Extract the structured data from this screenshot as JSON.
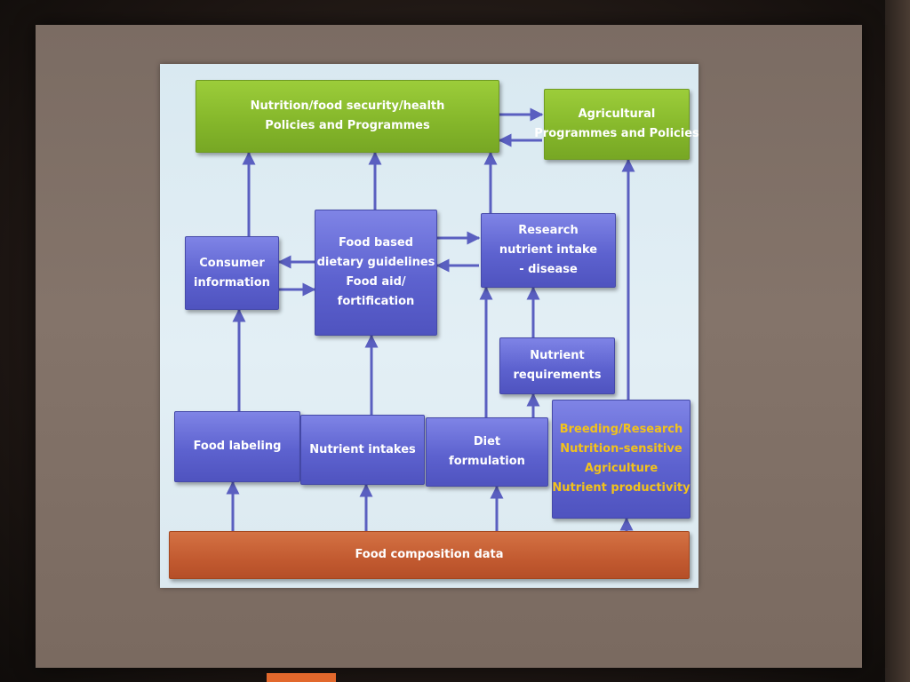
{
  "diagram": {
    "nodes": {
      "nutrition_policies": {
        "lines": [
          "Nutrition/food security/health",
          "Policies and Programmes"
        ]
      },
      "agri_policies": {
        "lines": [
          "Agricultural",
          "Programmes and Policies"
        ]
      },
      "consumer_info": {
        "lines": [
          "Consumer",
          "information"
        ]
      },
      "food_based": {
        "lines": [
          "Food based",
          "dietary guidelines",
          "Food aid/",
          "fortification"
        ]
      },
      "research": {
        "lines": [
          "Research",
          "nutrient intake",
          "- disease"
        ]
      },
      "nutrient_req": {
        "lines": [
          "Nutrient",
          "requirements"
        ]
      },
      "food_labeling": {
        "lines": [
          "Food labeling"
        ]
      },
      "nutrient_intakes": {
        "lines": [
          "Nutrient intakes"
        ]
      },
      "diet_formulation": {
        "lines": [
          "Diet",
          "formulation"
        ]
      },
      "breeding": {
        "lines": [
          "Breeding/Research",
          "Nutrition-sensitive",
          "Agriculture",
          "Nutrient productivity"
        ]
      },
      "food_composition": {
        "lines": [
          "Food composition data"
        ]
      }
    },
    "colors": {
      "policy_box": "#84b62a",
      "process_box": "#5d62cf",
      "data_box": "#c25a30",
      "arrow": "#5a5fc0",
      "highlight_text": "#f2c21c",
      "slide_background": "#dfedf3"
    }
  }
}
